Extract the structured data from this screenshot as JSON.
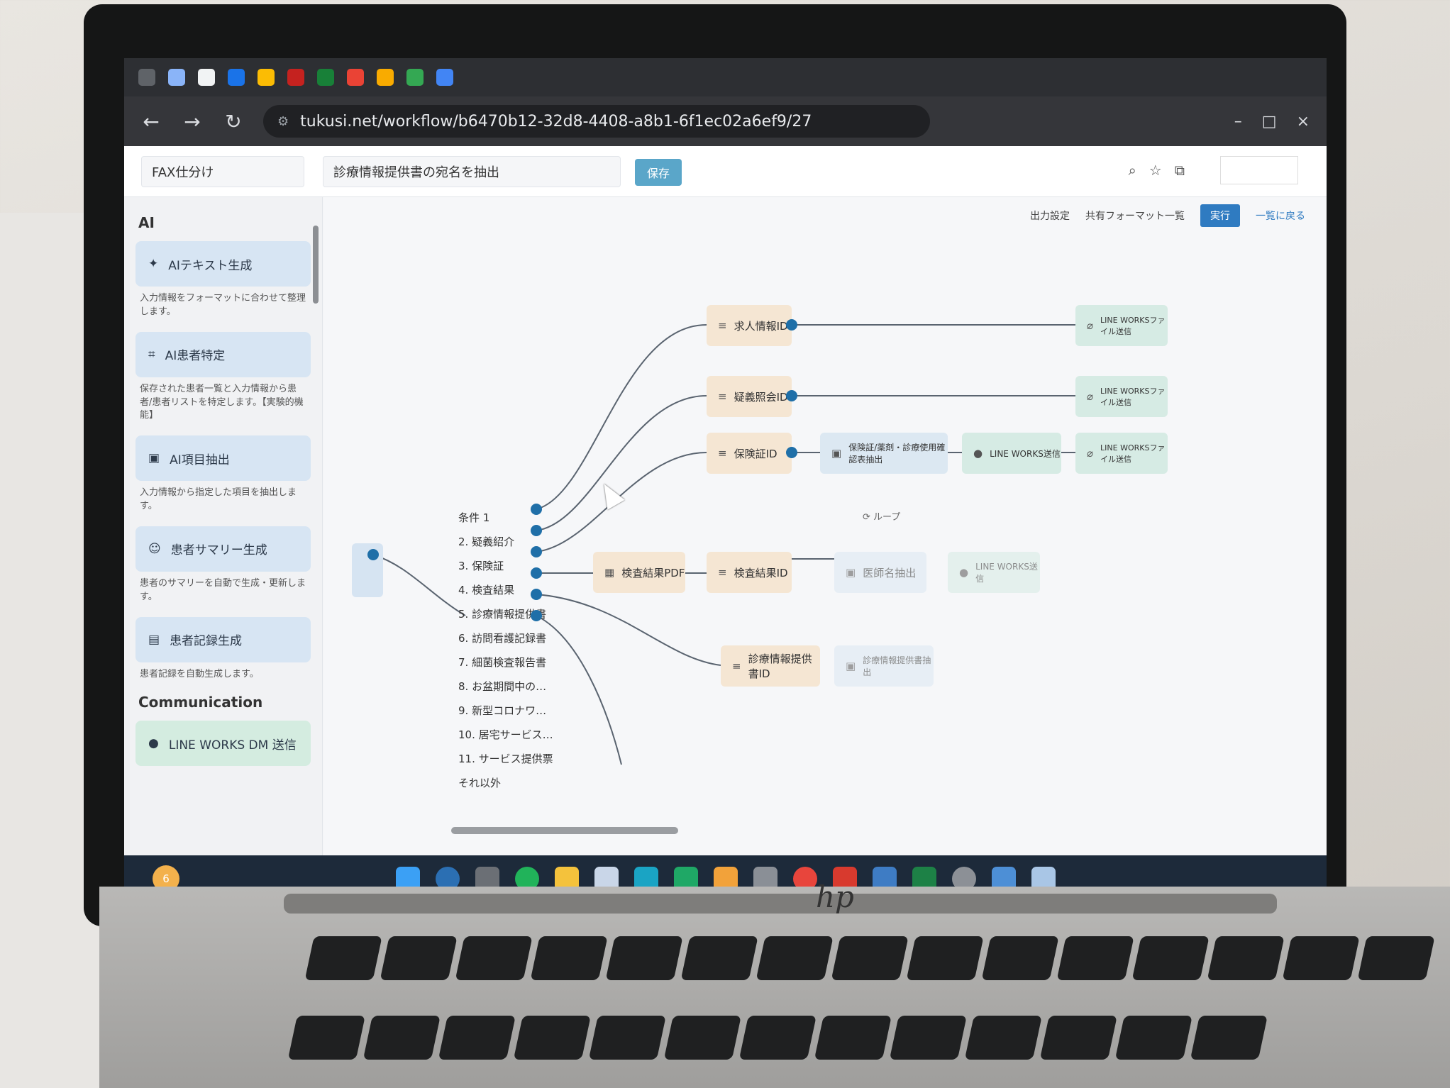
{
  "browser": {
    "url": "tukusi.net/workflow/b6470b12-32d8-4408-a8b1-6f1ec02a6ef9/27",
    "window_controls": [
      "–",
      "□",
      "×"
    ]
  },
  "header": {
    "workflow_name": "FAX仕分け",
    "node_name": "診療情報提供書の宛名を抽出",
    "save_label": "保存"
  },
  "toolbar": {
    "output_settings": "出力設定",
    "shared_formats": "共有フォーマット一覧",
    "run": "実行",
    "back_to_list": "一覧に戻る"
  },
  "sidebar": {
    "section_ai": "AI",
    "items": [
      {
        "label": "AIテキスト生成",
        "desc": "入力情報をフォーマットに合わせて整理します。"
      },
      {
        "label": "AI患者特定",
        "desc": "保存された患者一覧と入力情報から患者/患者リストを特定します。【実験的機能】"
      },
      {
        "label": "AI項目抽出",
        "desc": "入力情報から指定した項目を抽出します。"
      },
      {
        "label": "患者サマリー生成",
        "desc": "患者のサマリーを自動で生成・更新します。"
      },
      {
        "label": "患者記録生成",
        "desc": "患者記録を自動生成します。"
      }
    ],
    "section_comm": "Communication",
    "comm_item": "LINE WORKS DM 送信"
  },
  "branches": [
    "条件 1",
    "2. 疑義紹介",
    "3. 保険証",
    "4. 検査結果",
    "5. 診療情報提供書",
    "6. 訪問看護記録書",
    "7. 細菌検査報告書",
    "8. お盆期間中の…",
    "9. 新型コロナワ…",
    "10. 居宅サービス…",
    "11. サービス提供票",
    "それ以外"
  ],
  "nodes": {
    "n1": "求人情報ID",
    "n2": "疑義照会ID",
    "n3": "保険証ID",
    "n4": "保険証/薬剤・診療使用確認表抽出",
    "n5": "LINE WORKS送信",
    "n6": "検査結果PDF",
    "n7": "検査結果ID",
    "n8": "医師名抽出",
    "n9": "LINE WORKS送信",
    "n10": "診療情報提供書ID",
    "n11": "診療情報提供書抽出",
    "lw_file": "LINE WORKSファイル送信",
    "loop": "ループ"
  },
  "taskbar": {
    "notification_count": "6"
  }
}
